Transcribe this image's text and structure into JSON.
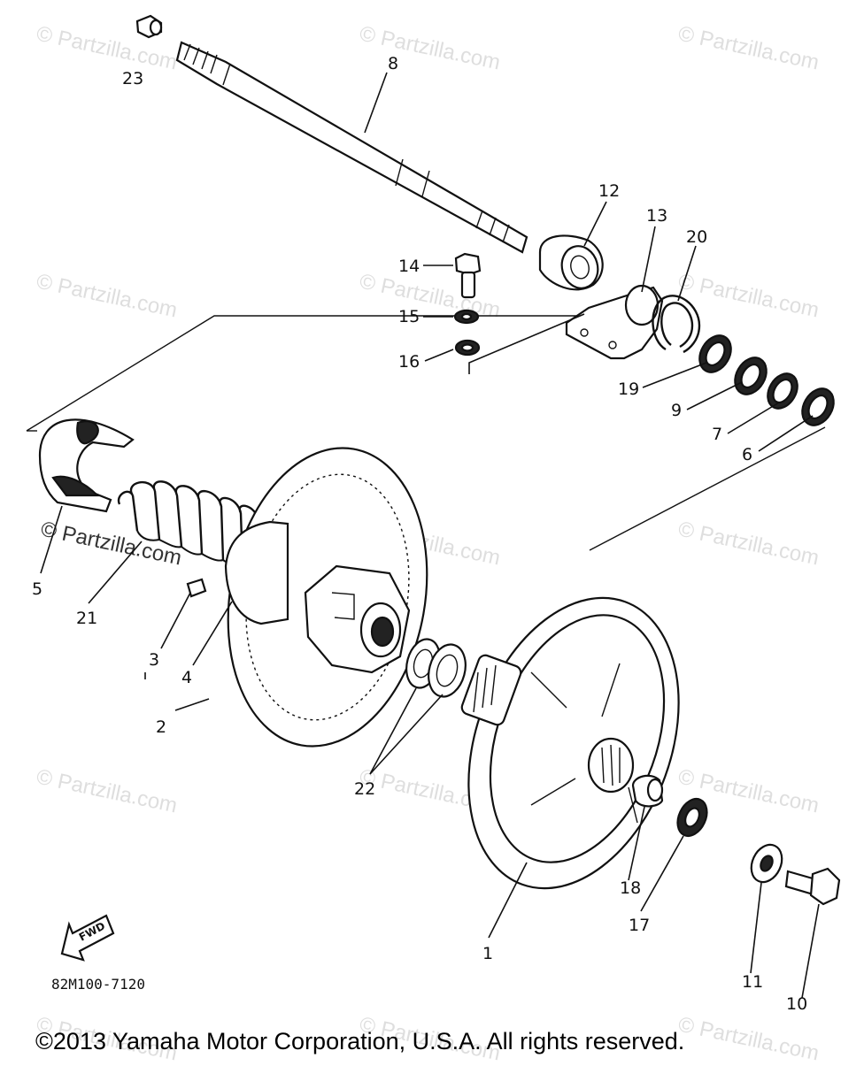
{
  "watermark": "© Partzilla.com",
  "watermark_bold": "© Partzilla.com",
  "diagram_code": "82M100-7120",
  "fwd_label": "FWD",
  "copyright": "©2013  Yamaha Motor Corporation, U.S.A. All rights reserved.",
  "callouts": {
    "c1": "1",
    "c2": "2",
    "c3": "3",
    "c4": "4",
    "c5": "5",
    "c6": "6",
    "c7": "7",
    "c8": "8",
    "c9": "9",
    "c10": "10",
    "c11": "11",
    "c12": "12",
    "c13": "13",
    "c14": "14",
    "c15": "15",
    "c16": "16",
    "c17": "17",
    "c18": "18",
    "c19": "19",
    "c20": "20",
    "c21": "21",
    "c22": "22",
    "c23": "23"
  }
}
